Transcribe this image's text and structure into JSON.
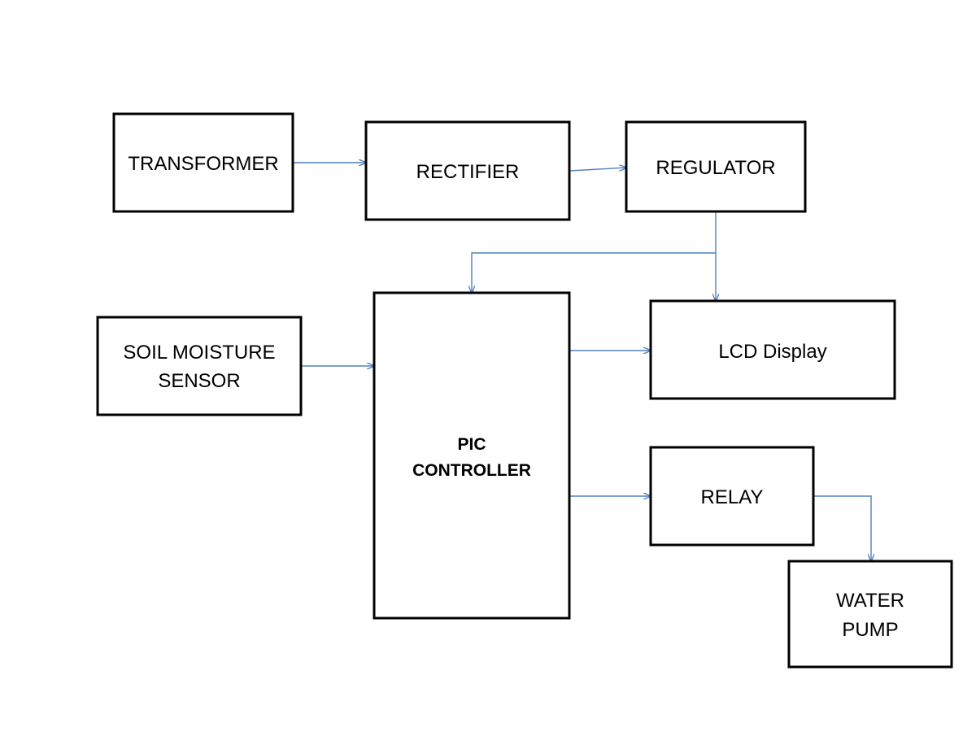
{
  "colors": {
    "block_border": "#000000",
    "block_fill": "#ffffff",
    "connector": "#4f81bd",
    "text": "#000000"
  },
  "blocks": {
    "transformer": {
      "lines": [
        "TRANSFORMER"
      ]
    },
    "rectifier": {
      "lines": [
        "RECTIFIER"
      ]
    },
    "regulator": {
      "lines": [
        "REGULATOR"
      ]
    },
    "soil_sensor": {
      "lines": [
        "SOIL MOISTURE",
        "SENSOR"
      ]
    },
    "pic_controller": {
      "lines": [
        "PIC",
        "CONTROLLER"
      ]
    },
    "lcd_display": {
      "lines": [
        "LCD Display"
      ]
    },
    "relay": {
      "lines": [
        "RELAY"
      ]
    },
    "water_pump": {
      "lines": [
        "WATER",
        "PUMP"
      ]
    }
  }
}
